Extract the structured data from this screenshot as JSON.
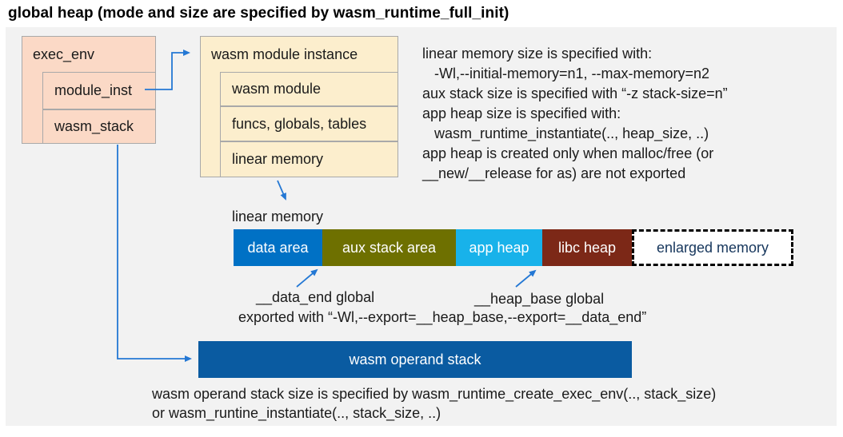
{
  "title": "global heap (mode and size are specified by wasm_runtime_full_init)",
  "exec_env": {
    "header": "exec_env",
    "fields": [
      {
        "label": "module_inst"
      },
      {
        "label": "wasm_stack"
      }
    ]
  },
  "module_instance": {
    "header": "wasm module instance",
    "fields": [
      {
        "label": "wasm module"
      },
      {
        "label": "funcs, globals, tables"
      },
      {
        "label": "linear memory"
      }
    ]
  },
  "notes": {
    "lines": [
      "linear memory size is specified with:",
      "   -Wl,--initial-memory=n1, --max-memory=n2",
      "aux stack size is specified with “-z stack-size=n”",
      "app heap size is specified with:",
      "   wasm_runtime_instantiate(.., heap_size, ..)",
      "app heap is created only when malloc/free (or",
      "__new/__release for as) are not exported"
    ]
  },
  "linear_memory": {
    "label": "linear memory",
    "segments": [
      {
        "label": "data area",
        "color": "#0071c5",
        "text_color": "#ffffff"
      },
      {
        "label": "aux stack area",
        "color": "#6e7000",
        "text_color": "#ffffff"
      },
      {
        "label": "app heap",
        "color": "#18b2ea",
        "text_color": "#ffffff"
      },
      {
        "label": "libc heap",
        "color": "#7c2817",
        "text_color": "#ffffff"
      },
      {
        "label": "enlarged memory",
        "color": "#ffffff",
        "text_color": "#16365c",
        "border_style": "dashed"
      }
    ]
  },
  "annotations": {
    "data_end": "__data_end global",
    "heap_base": "__heap_base global",
    "exported": "exported with “-Wl,--export=__heap_base,--export=__data_end”"
  },
  "operand_stack": {
    "label": "wasm operand stack",
    "color": "#0a5ba1",
    "notes": [
      "wasm operand stack size is specified by wasm_runtime_create_exec_env(.., stack_size)",
      "or wasm_runtine_instantiate(.., stack_size, ..)"
    ]
  },
  "colors": {
    "panel_bg": "#f2f2f2",
    "struct_pink": "#fbd9c6",
    "struct_cream": "#fceecd",
    "box_border": "#a9a9a9",
    "arrow_blue": "#2478d4"
  }
}
